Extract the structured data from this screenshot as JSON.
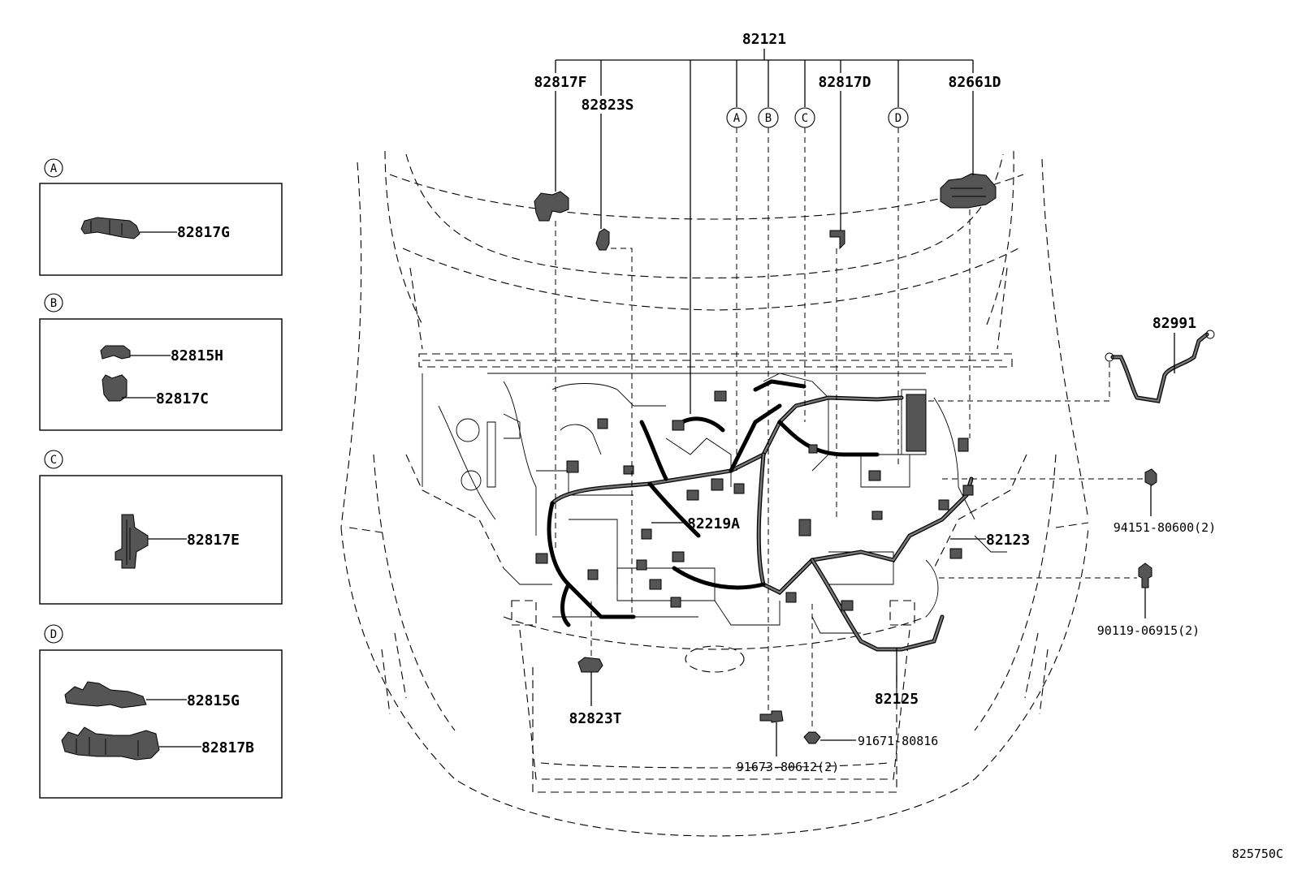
{
  "diagram_id": "825750C",
  "insets": [
    {
      "letter": "A",
      "parts": [
        "82817G"
      ]
    },
    {
      "letter": "B",
      "parts": [
        "82815H",
        "82817C"
      ]
    },
    {
      "letter": "C",
      "parts": [
        "82817E"
      ]
    },
    {
      "letter": "D",
      "parts": [
        "82815G",
        "82817B"
      ]
    }
  ],
  "callouts": {
    "main_harness": "82121",
    "p82817F": "82817F",
    "p82823S": "82823S",
    "p82817D": "82817D",
    "p82661D": "82661D",
    "p82991": "82991",
    "p82219A": "82219A",
    "p82123": "82123",
    "p82125": "82125",
    "p82823T": "82823T",
    "p94151": "94151-80600(2)",
    "p90119": "90119-06915(2)",
    "p91671": "91671-80816",
    "p91673": "91673-80612(2)"
  },
  "ref_bubbles": [
    "A",
    "B",
    "C",
    "D"
  ]
}
